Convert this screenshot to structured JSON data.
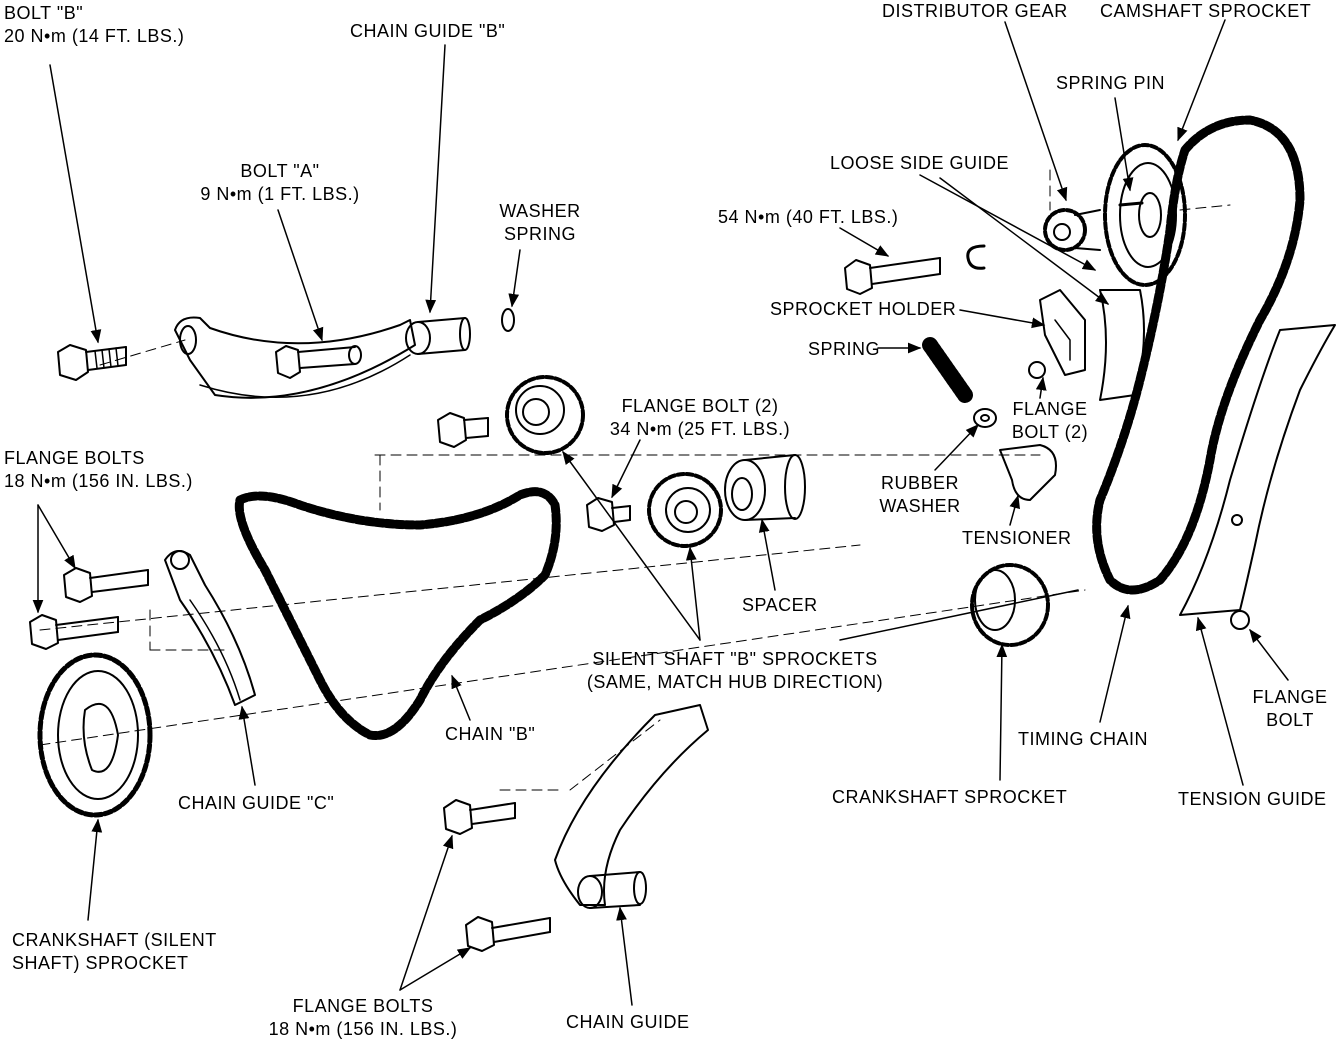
{
  "labels": {
    "bolt_b": [
      "BOLT \"B\"",
      "20 N•m (14 FT. LBS.)"
    ],
    "chain_guide_b": [
      "CHAIN GUIDE \"B\""
    ],
    "bolt_a": [
      "BOLT \"A\"",
      "9 N•m (1 FT. LBS.)"
    ],
    "washer_spring": [
      "WASHER",
      "SPRING"
    ],
    "distributor_gear": [
      "DISTRIBUTOR GEAR"
    ],
    "camshaft_sprocket": [
      "CAMSHAFT SPROCKET"
    ],
    "spring_pin": [
      "SPRING PIN"
    ],
    "loose_side_guide": [
      "LOOSE SIDE GUIDE"
    ],
    "torque_54": [
      "54 N•m (40 FT. LBS.)"
    ],
    "sprocket_holder": [
      "SPROCKET HOLDER"
    ],
    "spring": [
      "SPRING"
    ],
    "flange_bolt_2_right": [
      "FLANGE",
      "BOLT (2)"
    ],
    "rubber_washer": [
      "RUBBER",
      "WASHER"
    ],
    "tensioner": [
      "TENSIONER"
    ],
    "flange_bolt_2_mid": [
      "FLANGE BOLT (2)",
      "34 N•m (25 FT. LBS.)"
    ],
    "flange_bolts_left": [
      "FLANGE BOLTS",
      "18 N•m (156 IN. LBS.)"
    ],
    "spacer": [
      "SPACER"
    ],
    "silent_shaft_b": [
      "SILENT SHAFT \"B\" SPROCKETS",
      "(SAME, MATCH HUB DIRECTION)"
    ],
    "chain_b": [
      "CHAIN \"B\""
    ],
    "chain_guide_c": [
      "CHAIN GUIDE \"C\""
    ],
    "timing_chain": [
      "TIMING CHAIN"
    ],
    "crankshaft_sprocket": [
      "CRANKSHAFT SPROCKET"
    ],
    "tension_guide": [
      "TENSION GUIDE"
    ],
    "flange_bolt_right": [
      "FLANGE",
      "BOLT"
    ],
    "crankshaft_silent": [
      "CRANKSHAFT (SILENT",
      "SHAFT) SPROCKET"
    ],
    "flange_bolts_bottom": [
      "FLANGE BOLTS",
      "18 N•m (156 IN. LBS.)"
    ],
    "chain_guide": [
      "CHAIN GUIDE"
    ]
  }
}
